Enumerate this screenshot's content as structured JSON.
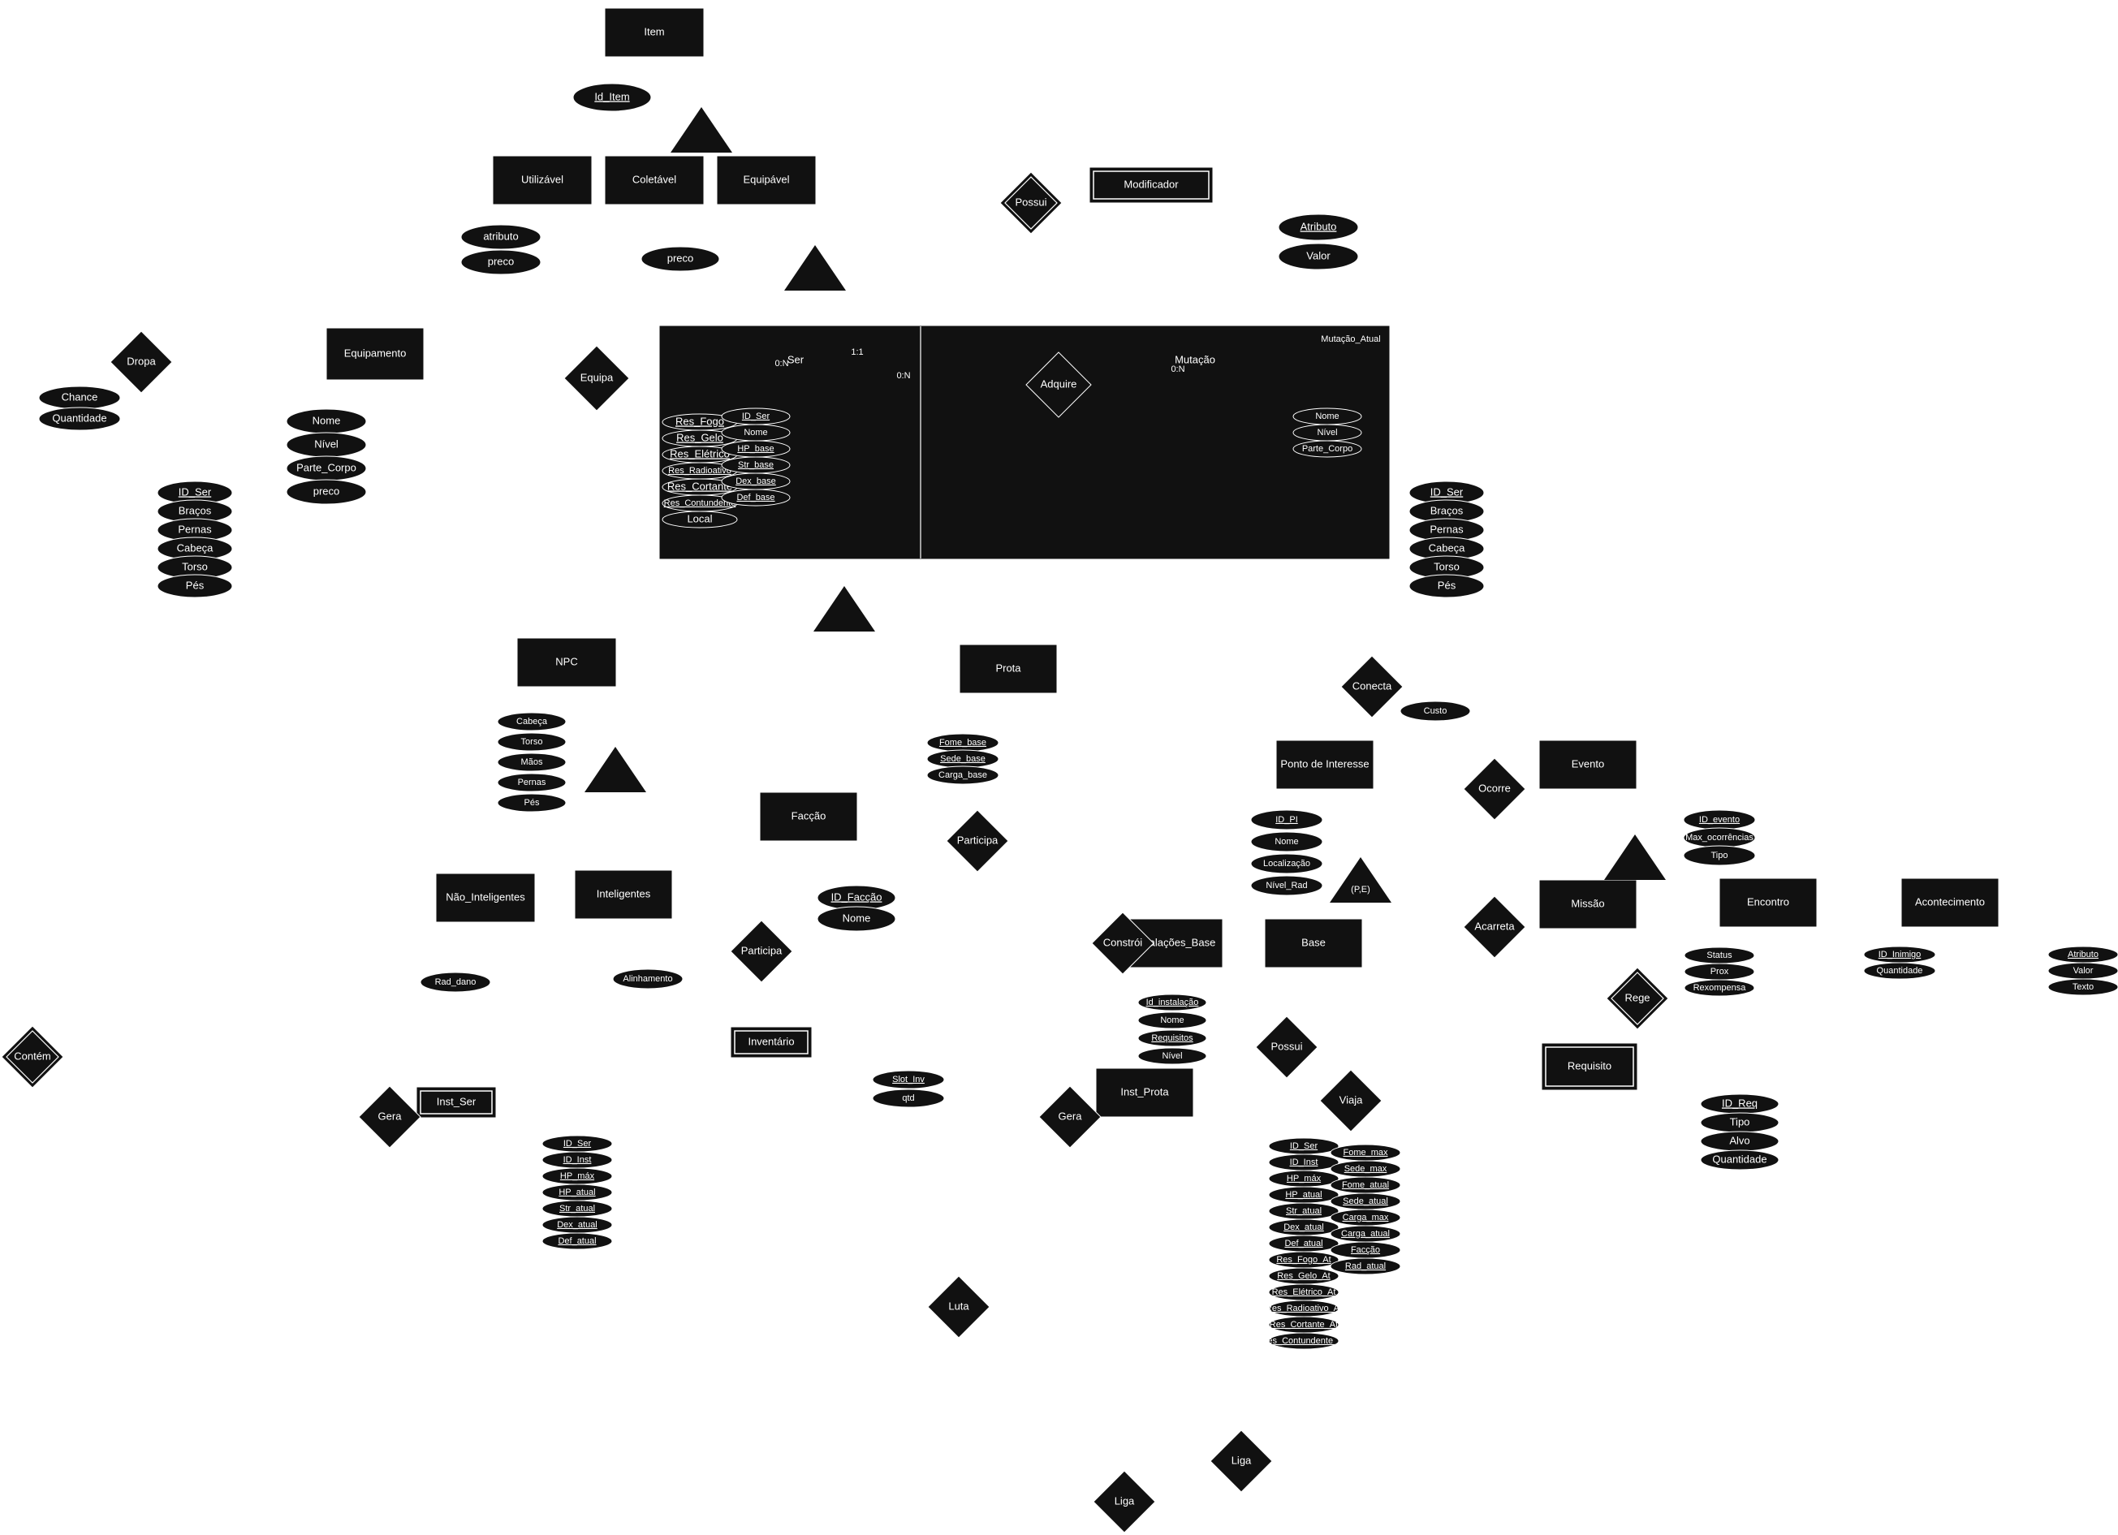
{
  "entities": [
    {
      "id": "item",
      "label": "Item"
    },
    {
      "id": "utilizavel",
      "label": "Utilizável"
    },
    {
      "id": "coletavel",
      "label": "Coletável"
    },
    {
      "id": "equipavel",
      "label": "Equipável"
    },
    {
      "id": "modificador",
      "label": "Modificador",
      "weak": true
    },
    {
      "id": "equipamento",
      "label": "Equipamento"
    },
    {
      "id": "ser",
      "label": "Ser"
    },
    {
      "id": "mutacao",
      "label": "Mutação"
    },
    {
      "id": "npc",
      "label": "NPC"
    },
    {
      "id": "prota",
      "label": "Prota"
    },
    {
      "id": "faccao",
      "label": "Facção"
    },
    {
      "id": "nao_inteligentes",
      "label": "Não_Inteligentes"
    },
    {
      "id": "inteligentes",
      "label": "Inteligentes"
    },
    {
      "id": "inventario",
      "label": "Inventário",
      "weak": true
    },
    {
      "id": "inst_ser",
      "label": "Inst_Ser",
      "weak": true
    },
    {
      "id": "inst_prota",
      "label": "Inst_Prota"
    },
    {
      "id": "instalacoes_base",
      "label": "Instalações_Base"
    },
    {
      "id": "base",
      "label": "Base"
    },
    {
      "id": "ponto_interesse",
      "label": "Ponto de Interesse"
    },
    {
      "id": "evento",
      "label": "Evento"
    },
    {
      "id": "missao",
      "label": "Missão"
    },
    {
      "id": "encontro",
      "label": "Encontro"
    },
    {
      "id": "acontecimento",
      "label": "Acontecimento"
    },
    {
      "id": "requisito",
      "label": "Requisito",
      "weak": true
    }
  ],
  "relationships": [
    {
      "id": "possui1",
      "label": "Possui",
      "weak": true
    },
    {
      "id": "dropa",
      "label": "Dropa"
    },
    {
      "id": "equipa",
      "label": "Equipa"
    },
    {
      "id": "adquire",
      "label": "Adquire"
    },
    {
      "id": "conecta",
      "label": "Conecta"
    },
    {
      "id": "ocorre",
      "label": "Ocorre"
    },
    {
      "id": "participa1",
      "label": "Participa"
    },
    {
      "id": "participa2",
      "label": "Participa"
    },
    {
      "id": "acarreta",
      "label": "Acarreta"
    },
    {
      "id": "constroi",
      "label": "Constrói"
    },
    {
      "id": "rege",
      "label": "Rege",
      "weak": true
    },
    {
      "id": "possui2",
      "label": "Possui"
    },
    {
      "id": "viaja",
      "label": "Viaja"
    },
    {
      "id": "contem",
      "label": "Contém",
      "weak": true
    },
    {
      "id": "gera1",
      "label": "Gera"
    },
    {
      "id": "gera2",
      "label": "Gera"
    },
    {
      "id": "luta",
      "label": "Luta"
    },
    {
      "id": "liga1",
      "label": "Liga"
    },
    {
      "id": "liga2",
      "label": "Liga"
    }
  ],
  "attributes": {
    "item": [
      {
        "t": "Id_Item",
        "key": true
      }
    ],
    "utilizavel": [
      {
        "t": "atributo"
      },
      {
        "t": "preco"
      }
    ],
    "coletavel": [
      {
        "t": "preco"
      }
    ],
    "modificador": [
      {
        "t": "Atributo",
        "key": true
      },
      {
        "t": "Valor"
      }
    ],
    "dropa": [
      {
        "t": "Chance"
      },
      {
        "t": "Quantidade"
      }
    ],
    "equipamento": [
      {
        "t": "Nome"
      },
      {
        "t": "Nível"
      },
      {
        "t": "Parte_Corpo"
      },
      {
        "t": "preco"
      }
    ],
    "equip_left": [
      {
        "t": "ID_Ser",
        "key": true
      },
      {
        "t": "Braços"
      },
      {
        "t": "Pernas"
      },
      {
        "t": "Cabeça"
      },
      {
        "t": "Torso"
      },
      {
        "t": "Pés"
      }
    ],
    "equip_right": [
      {
        "t": "ID_Ser",
        "key": true
      },
      {
        "t": "Braços"
      },
      {
        "t": "Pernas"
      },
      {
        "t": "Cabeça"
      },
      {
        "t": "Torso"
      },
      {
        "t": "Pés"
      }
    ],
    "ser_res": [
      {
        "t": "Res_Fogo",
        "key": true
      },
      {
        "t": "Res_Gelo",
        "key": true
      },
      {
        "t": "Res_Elétrico",
        "key": true
      },
      {
        "t": "Res_Radioativo",
        "key": true
      },
      {
        "t": "Res_Cortante",
        "key": true
      },
      {
        "t": "Res_Contundente",
        "key": true
      },
      {
        "t": "Local"
      }
    ],
    "ser_base": [
      {
        "t": "ID_Ser",
        "key": true
      },
      {
        "t": "Nome"
      },
      {
        "t": "HP_base",
        "key": true
      },
      {
        "t": "Str_base",
        "key": true
      },
      {
        "t": "Dex_base",
        "key": true
      },
      {
        "t": "Def_base",
        "key": true
      }
    ],
    "mutacao": [
      {
        "t": "Nome"
      },
      {
        "t": "Nível"
      },
      {
        "t": "Parte_Corpo"
      }
    ],
    "npc": [
      {
        "t": "Cabeça"
      },
      {
        "t": "Torso"
      },
      {
        "t": "Mãos"
      },
      {
        "t": "Pernas"
      },
      {
        "t": "Pés"
      }
    ],
    "prota": [
      {
        "t": "Fome_base",
        "key": true
      },
      {
        "t": "Sede_base",
        "key": true
      },
      {
        "t": "Carga_base"
      }
    ],
    "faccao": [
      {
        "t": "ID_Facção",
        "key": true
      },
      {
        "t": "Nome"
      }
    ],
    "nao_inteligentes": [
      {
        "t": "Rad_dano"
      }
    ],
    "inteligentes": [
      {
        "t": "Alinhamento"
      }
    ],
    "inventario": [
      {
        "t": "Slot_Inv",
        "key": true
      },
      {
        "t": "qtd"
      }
    ],
    "inst_ser": [
      {
        "t": "ID_Ser",
        "key": true
      },
      {
        "t": "ID_Inst",
        "key": true
      },
      {
        "t": "HP_máx",
        "key": true
      },
      {
        "t": "HP_atual",
        "key": true
      },
      {
        "t": "Str_atual",
        "key": true
      },
      {
        "t": "Dex_atual",
        "key": true
      },
      {
        "t": "Def_atual",
        "key": true
      }
    ],
    "instalacoes_base": [
      {
        "t": "Id_instalação",
        "key": true
      },
      {
        "t": "Nome"
      },
      {
        "t": "Requisitos",
        "key": true
      },
      {
        "t": "Nível"
      }
    ],
    "ponto_interesse": [
      {
        "t": "ID_PI",
        "key": true
      },
      {
        "t": "Nome"
      },
      {
        "t": "Localização"
      },
      {
        "t": "Nível_Rad"
      }
    ],
    "conecta": [
      {
        "t": "Custo"
      }
    ],
    "evento": [
      {
        "t": "ID_evento",
        "key": true
      },
      {
        "t": "Max_ocorrências"
      },
      {
        "t": "Tipo"
      }
    ],
    "missao": [
      {
        "t": "Status"
      },
      {
        "t": "Prox"
      },
      {
        "t": "Rexompensa"
      }
    ],
    "encontro": [
      {
        "t": "ID_Inimigo",
        "key": true
      },
      {
        "t": "Quantidade"
      }
    ],
    "acontecimento": [
      {
        "t": "Atributo",
        "key": true
      },
      {
        "t": "Valor"
      },
      {
        "t": "Texto"
      }
    ],
    "requisito": [
      {
        "t": "ID_Req",
        "key": true
      },
      {
        "t": "Tipo"
      },
      {
        "t": "Alvo"
      },
      {
        "t": "Quantidade"
      }
    ],
    "inst_prota_a": [
      {
        "t": "ID_Ser",
        "key": true
      },
      {
        "t": "ID_Inst",
        "key": true
      },
      {
        "t": "HP_máx",
        "key": true
      },
      {
        "t": "HP_atual",
        "key": true
      },
      {
        "t": "Str_atual",
        "key": true
      },
      {
        "t": "Dex_atual",
        "key": true
      },
      {
        "t": "Def_atual",
        "key": true
      },
      {
        "t": "Res_Fogo_At",
        "key": true
      },
      {
        "t": "Res_Gelo_At",
        "key": true
      },
      {
        "t": "Res_Elétrico_At",
        "key": true
      },
      {
        "t": "Res_Radioativo_At",
        "key": true
      },
      {
        "t": "Res_Cortante_At",
        "key": true
      },
      {
        "t": "Res_Contundente_At",
        "key": true
      }
    ],
    "inst_prota_b": [
      {
        "t": "Fome_max",
        "key": true
      },
      {
        "t": "Sede_max",
        "key": true
      },
      {
        "t": "Fome_atual",
        "key": true
      },
      {
        "t": "Sede_atual",
        "key": true
      },
      {
        "t": "Carga_max",
        "key": true
      },
      {
        "t": "Carga_atual",
        "key": true
      },
      {
        "t": "Facção",
        "key": true
      },
      {
        "t": "Rad_atual",
        "key": true
      }
    ]
  },
  "specializations": [
    {
      "id": "spec_item"
    },
    {
      "id": "spec_equipavel"
    },
    {
      "id": "spec_ser"
    },
    {
      "id": "spec_npc"
    },
    {
      "id": "spec_evento"
    },
    {
      "id": "spec_pi",
      "label": "(P,E)"
    }
  ],
  "aggregate": {
    "label": "Mutação_Atual"
  },
  "cardinalities": {
    "ser_top": "1:1",
    "ser_left": "0:N",
    "ser_right": "0:N",
    "mutacao_left": "0:N"
  }
}
